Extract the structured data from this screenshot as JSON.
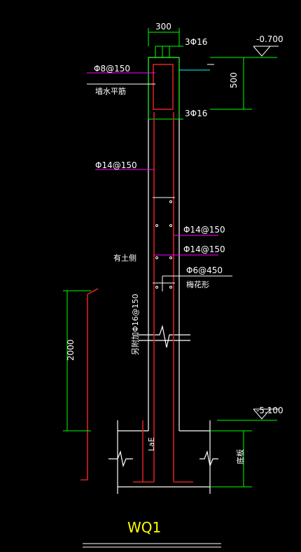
{
  "drawing": {
    "title": "WQ1",
    "dimensions": {
      "wall_thickness": "300",
      "top_band_height": "500",
      "dowel_height": "2000"
    },
    "elevations": {
      "top": "-0.700",
      "bottom": "-5.100"
    },
    "rebar_labels": {
      "top_bars": "3Φ16",
      "bottom_bars": "3Φ16",
      "band_stirrup": "Φ8@150",
      "wall_horizontal": "墙水平筋",
      "vertical_left": "Φ14@150",
      "vertical_right_1": "Φ14@150",
      "vertical_right_2": "Φ14@150",
      "tie": "Φ6@450",
      "tie_pattern": "梅花形",
      "soil_side": "有土侧",
      "dowel_note": "另附加Φ16@150",
      "anchorage": "LaE",
      "foundation": "底板"
    },
    "colors": {
      "outline": "#ffffff",
      "rebar": "#d62020",
      "dimension": "#00ff00",
      "leader_magenta": "#ff00ff",
      "leader_cyan": "#00ffff",
      "title": "#ffff00"
    }
  }
}
